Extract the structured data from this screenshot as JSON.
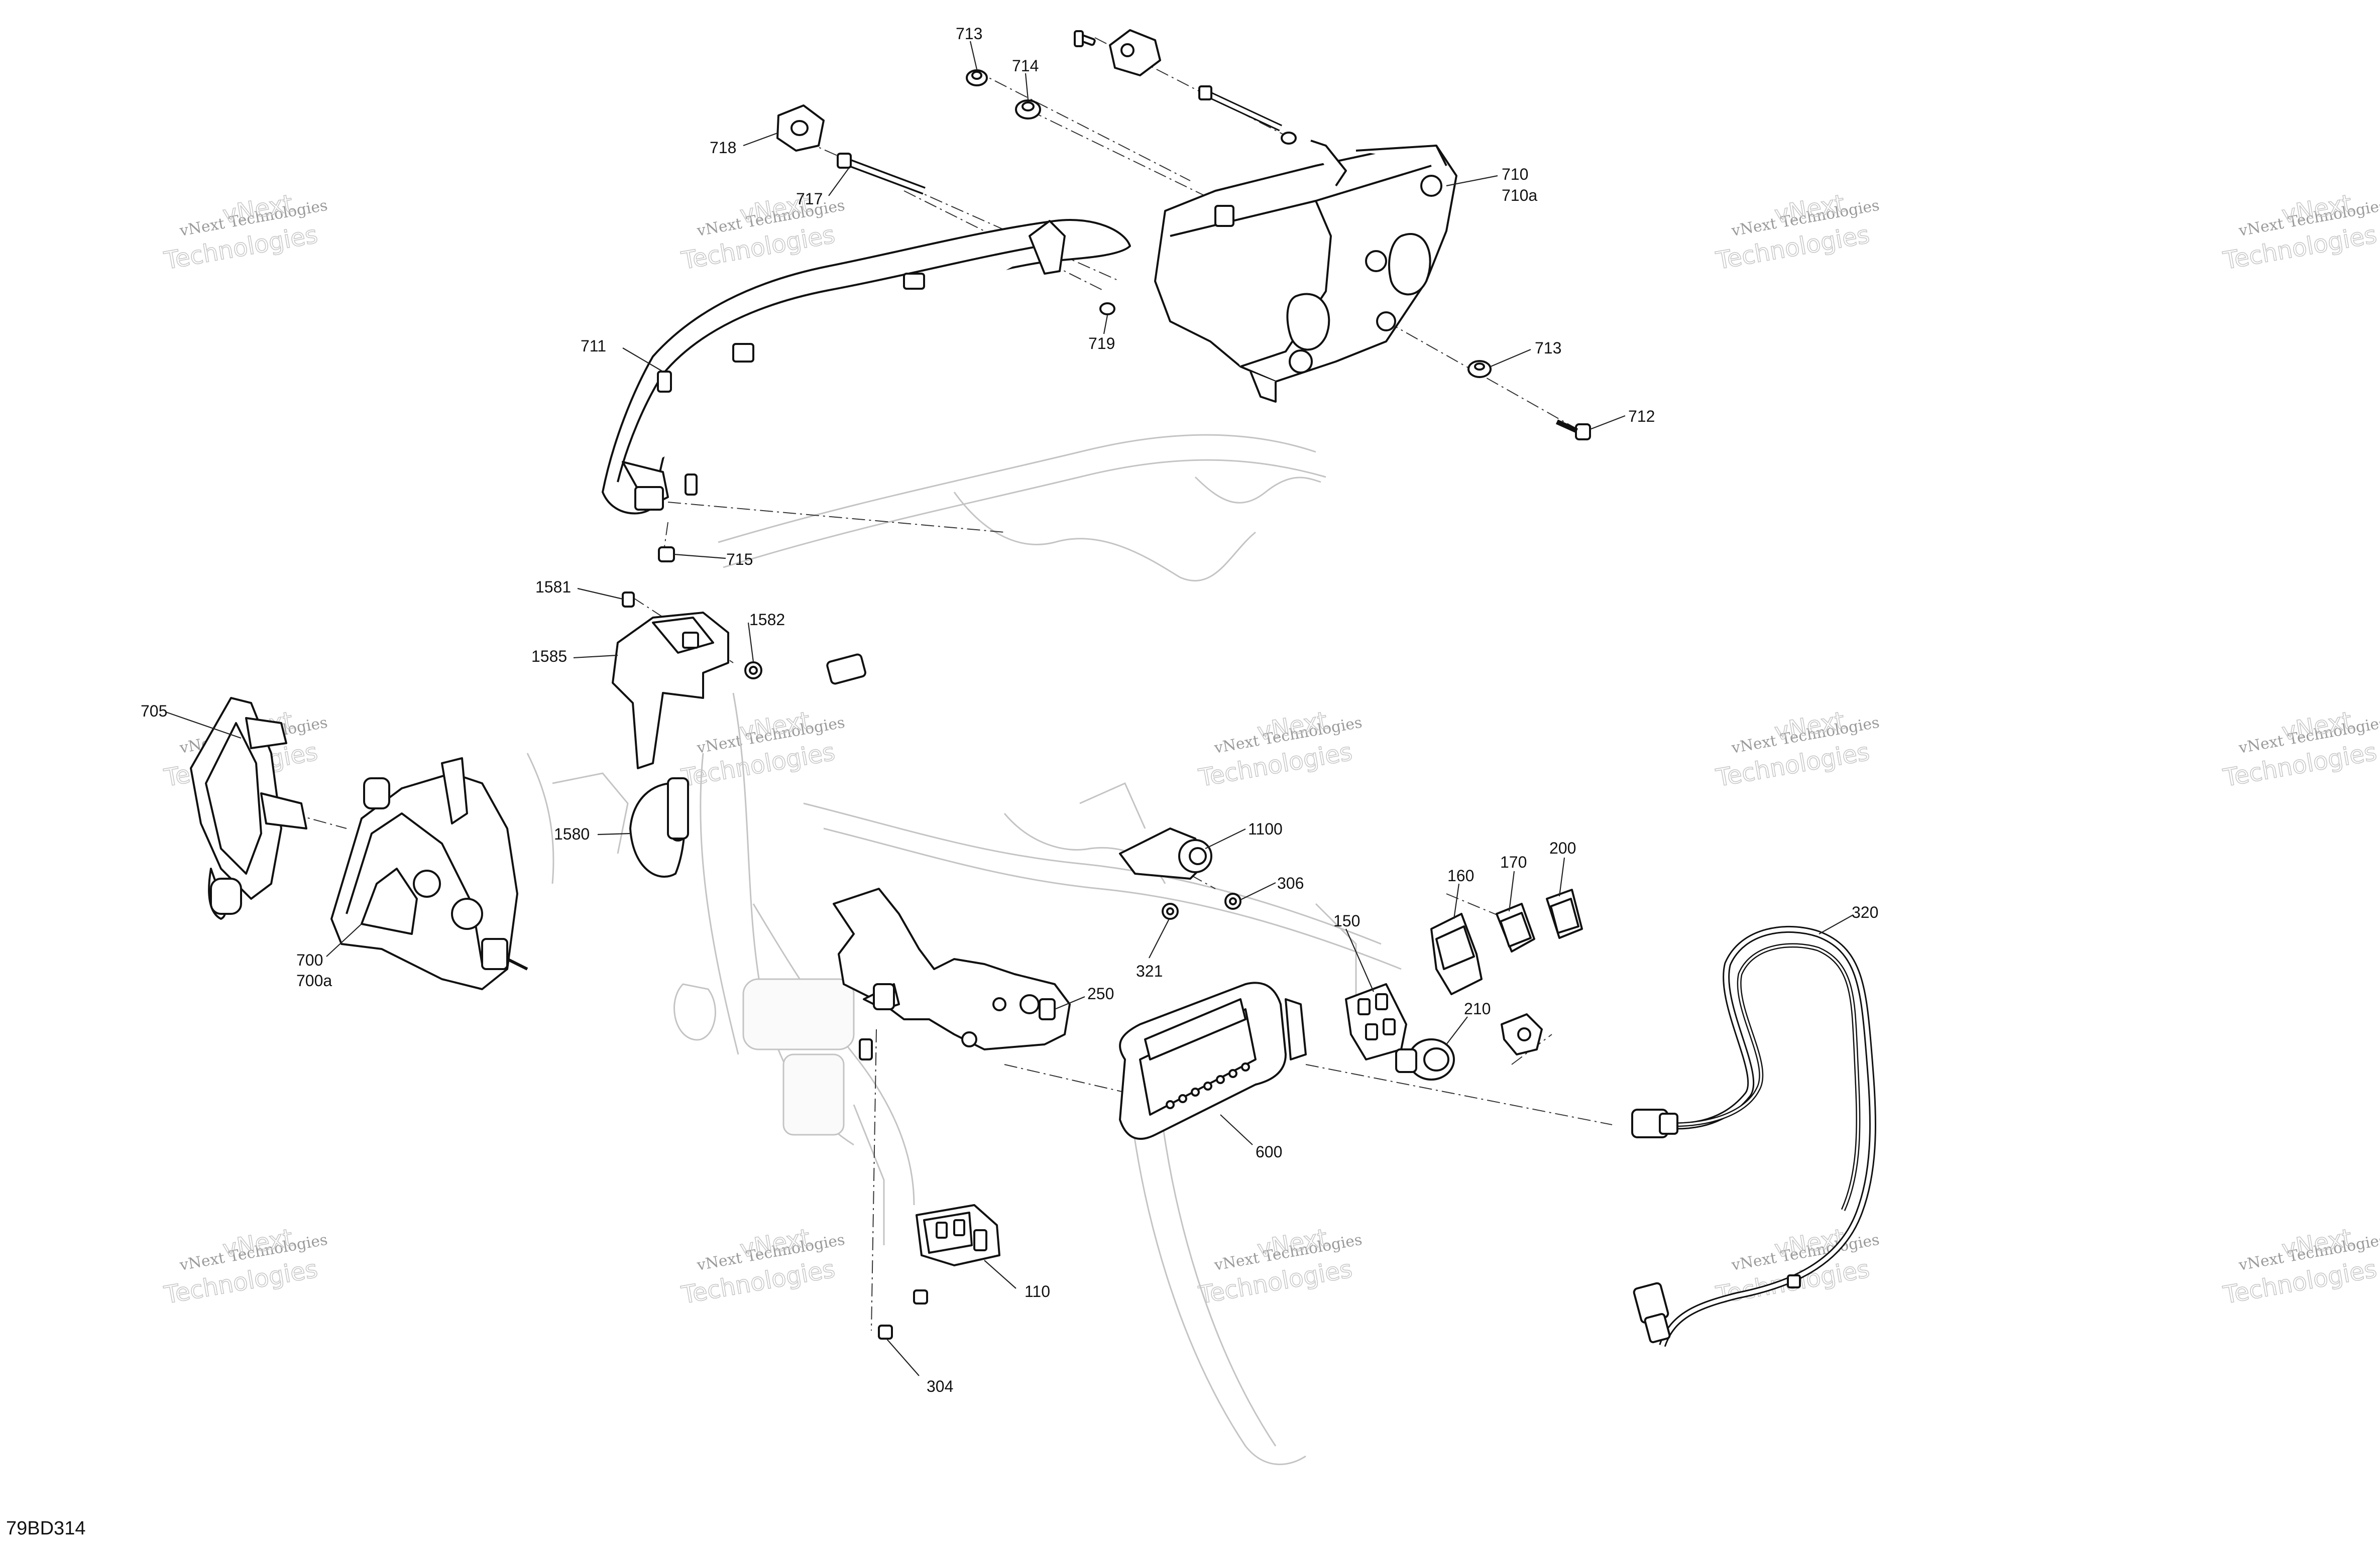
{
  "diagram": {
    "drawing_code": "79BD314",
    "watermark_line1": "vNext Technologies",
    "watermark_line2": "Technologies",
    "watermark_word": "vNext",
    "callouts": [
      {
        "id": "713"
      },
      {
        "id": "714"
      },
      {
        "id": "718"
      },
      {
        "id": "717"
      },
      {
        "id": "710"
      },
      {
        "id": "710a"
      },
      {
        "id": "711"
      },
      {
        "id": "719"
      },
      {
        "id": "713"
      },
      {
        "id": "712"
      },
      {
        "id": "715"
      },
      {
        "id": "1581"
      },
      {
        "id": "1582"
      },
      {
        "id": "1585"
      },
      {
        "id": "705"
      },
      {
        "id": "1580"
      },
      {
        "id": "700"
      },
      {
        "id": "700a"
      },
      {
        "id": "1100"
      },
      {
        "id": "306"
      },
      {
        "id": "160"
      },
      {
        "id": "170"
      },
      {
        "id": "200"
      },
      {
        "id": "150"
      },
      {
        "id": "321"
      },
      {
        "id": "250"
      },
      {
        "id": "210"
      },
      {
        "id": "320"
      },
      {
        "id": "600"
      },
      {
        "id": "110"
      },
      {
        "id": "304"
      }
    ]
  }
}
